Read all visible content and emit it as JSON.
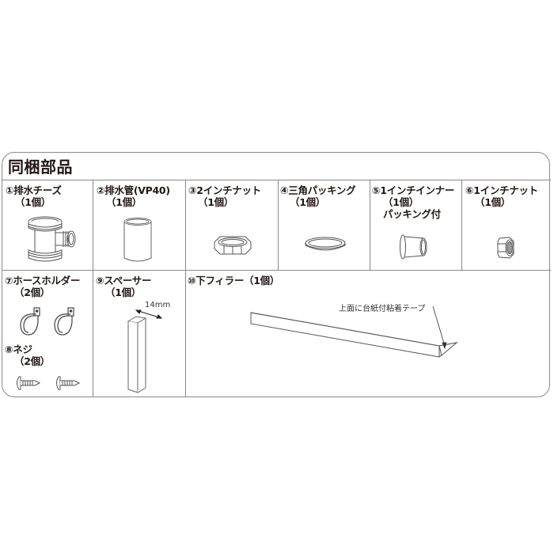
{
  "section": {
    "title": "同梱部品"
  },
  "parts": [
    {
      "no": "①",
      "name": "排水チーズ",
      "qty": "（1個）",
      "icon": "drain-tee-icon"
    },
    {
      "no": "②",
      "name": "排水管(VP40)",
      "qty": "（1個）",
      "icon": "drain-pipe-icon"
    },
    {
      "no": "③",
      "name": "2インチナット",
      "qty": "（1個）",
      "icon": "two-inch-nut-icon"
    },
    {
      "no": "④",
      "name": "三角パッキング",
      "qty": "（1個）",
      "icon": "triangle-packing-icon"
    },
    {
      "no": "⑤",
      "name": "1インチインナー",
      "qty": "（1個）",
      "extra": "パッキング付",
      "icon": "one-inch-inner-icon"
    },
    {
      "no": "⑥",
      "name": "1インチナット",
      "qty": "（1個）",
      "icon": "one-inch-nut-icon"
    },
    {
      "no": "⑦",
      "name": "ホースホルダー",
      "qty": "（2個）",
      "icon": "hose-holder-icon"
    },
    {
      "no": "⑧",
      "name": "ネジ",
      "qty": "（2個）",
      "icon": "screw-icon"
    },
    {
      "no": "⑨",
      "name": "スペーサー",
      "qty": "（1個）",
      "icon": "spacer-icon",
      "dimension": "14mm"
    },
    {
      "no": "⑩",
      "name": "下フィラー",
      "qty": "（1個）",
      "icon": "lower-filler-icon",
      "annotation": "上面に台紙付粘着テープ"
    }
  ],
  "labels": {
    "p1": "①排水チーズ",
    "p2": "②排水管(VP40)",
    "p3": "③2インチナット",
    "p4": "④三角パッキング",
    "p5": "⑤1インチインナー",
    "p6": "⑥1インチナット",
    "p7": "⑦ホースホルダー",
    "p8": "⑧ネジ",
    "p9": "⑨スペーサー",
    "p10": "⑩下フィラー（1個）",
    "qty1": "（1個）",
    "qty2": "（2個）",
    "p5_qty": "（1個）",
    "p5_extra": "パッキング付"
  },
  "colors": {
    "border": "#8a8a8a",
    "text": "#231815",
    "line_art": "#555555"
  }
}
